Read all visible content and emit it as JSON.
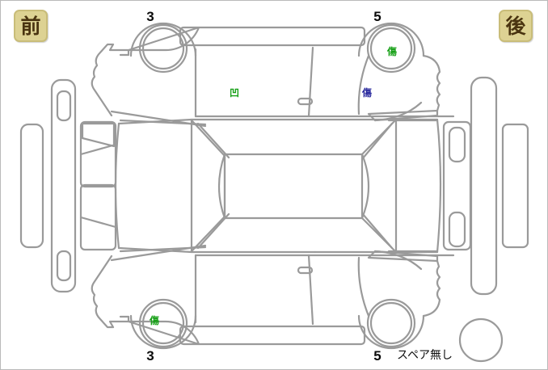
{
  "diagram": {
    "type": "vehicle-condition-map",
    "view": "top-down with left and right side profiles",
    "line_color": "#9a9a9a",
    "background_color": "#ffffff",
    "frame_color": "#b9b9b9"
  },
  "direction_badges": {
    "front": {
      "label": "前",
      "meaning": "front",
      "bg": "#ddd293",
      "border": "#c9bd79",
      "text_color": "#4a3410"
    },
    "rear": {
      "label": "後",
      "meaning": "rear",
      "bg": "#ddd293",
      "border": "#c9bd79",
      "text_color": "#4a3410"
    }
  },
  "wheel_numbers": {
    "front_left": "3",
    "front_right": "3",
    "rear_left": "5",
    "rear_right": "5"
  },
  "damage_marks": [
    {
      "id": "hood-dent",
      "symbol": "凹",
      "meaning": "dent",
      "color": "#17a017",
      "area": "left-front-door-panel"
    },
    {
      "id": "rl-wheel-scratch",
      "symbol": "傷",
      "meaning": "scratch",
      "color": "#17a017",
      "area": "rear-left-wheel"
    },
    {
      "id": "rquarter-scratch",
      "symbol": "傷",
      "meaning": "scratch",
      "color": "#2b2b9e",
      "area": "rear-left-quarter-panel"
    },
    {
      "id": "fr-wheel-scratch",
      "symbol": "傷",
      "meaning": "scratch",
      "color": "#17a017",
      "area": "front-right-wheel"
    }
  ],
  "spare_tire": {
    "note": "スペア無し",
    "meaning": "no spare tire"
  },
  "colors": {
    "outline": "#9a9a9a",
    "green_mark": "#17a017",
    "blue_mark": "#2b2b9e",
    "badge_fill": "#ddd293"
  }
}
